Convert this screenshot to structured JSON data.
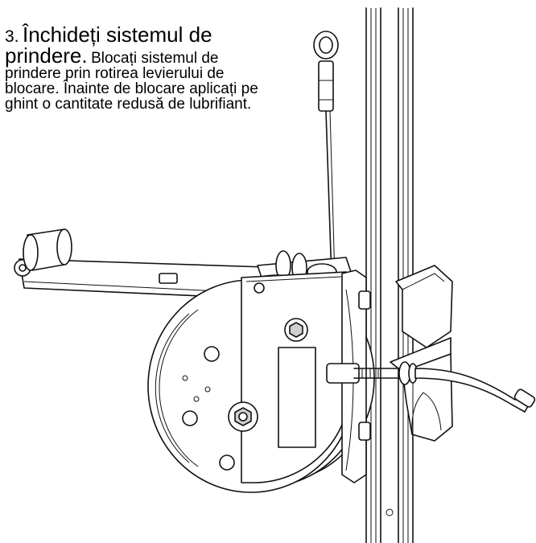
{
  "instruction": {
    "step_number": "3.",
    "title": "Închideți sistemul de prindere.",
    "body": "Blocați sistemul de prindere prin rotirea levierului de blocare. Înainte de blocare aplicați pe ghint o cantitate redusă de lubrifiant."
  }
}
